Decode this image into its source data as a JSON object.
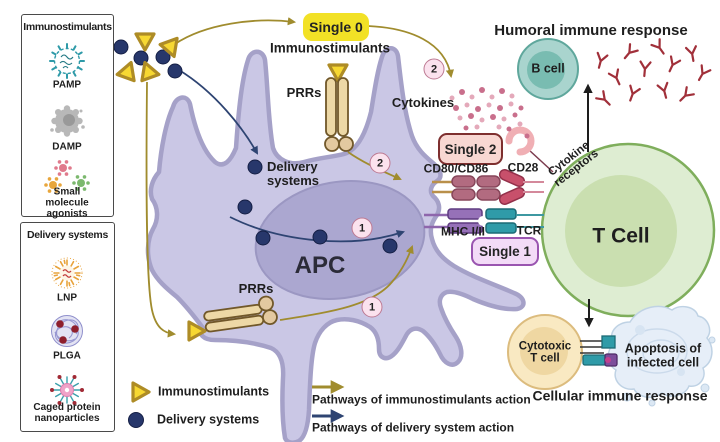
{
  "panels": {
    "immunostimulants": {
      "title": "Immunostimulants",
      "items": [
        {
          "label": "PAMP"
        },
        {
          "label": "DAMP"
        },
        {
          "label": "Small molecule agonists"
        }
      ]
    },
    "delivery": {
      "title": "Delivery systems",
      "items": [
        {
          "label": "LNP"
        },
        {
          "label": "PLGA"
        },
        {
          "label": "Caged protein nanoparticles"
        }
      ]
    }
  },
  "diagram": {
    "single0": "Single 0",
    "single1": "Single 1",
    "single2": "Single 2",
    "immunostimulants_label": "Immunostimulants",
    "prrs": "PRRs",
    "delivery_systems": "Delivery systems",
    "apc": "APC",
    "cytokines": "Cytokines",
    "cd80_cd86": "CD80/CD86",
    "cd28": "CD28",
    "mhc": "MHC I/II",
    "tcr": "TCR",
    "cytokine_receptors": "Cytokine receptors",
    "t_cell": "T Cell",
    "b_cell": "B cell",
    "humoral_title": "Humoral immune response",
    "cellular_title": "Cellular immune response",
    "cytotoxic_t_cell": "Cytotoxic T cell",
    "apoptosis": "Apoptosis of infected cell",
    "step1": "1",
    "step2": "2"
  },
  "legend": {
    "immunostimulants": "Immunostimulants",
    "delivery_systems": "Delivery systems",
    "pathway_immunostimulants": "Pathways of immunostimulants action",
    "pathway_delivery": "Pathways of delivery system action"
  },
  "icons": {
    "pamp": "pamp-virus-icon",
    "damp": "damp-particle-icon",
    "small_molecule": "small-molecule-burst-icon",
    "lnp": "lipid-nanoparticle-icon",
    "plga": "plga-polymer-sphere-icon",
    "caged_protein": "caged-protein-nanoparticle-icon",
    "immunostimulant": "yellow-triangle-icon",
    "delivery": "navy-circle-icon"
  },
  "colors": {
    "immunostimulant_yellow": "#F7D832",
    "delivery_navy": "#27376B",
    "pathway_olive": "#A08C2E",
    "pathway_navy": "#2E4472",
    "apc_fill": "#CAC7E5",
    "apc_nucleus": "#ABA7D0",
    "tcell_green": "#DEEDD2",
    "bcell_teal": "#A9D4CE",
    "cytotoxic_cream": "#F9E9C2",
    "single0_yellow": "#F2E126",
    "single1_lavender": "#F3DBF7",
    "single2_pink": "#F8D7D2",
    "antibody_red": "#A1303A",
    "cytokine_pink": "#D98097"
  }
}
